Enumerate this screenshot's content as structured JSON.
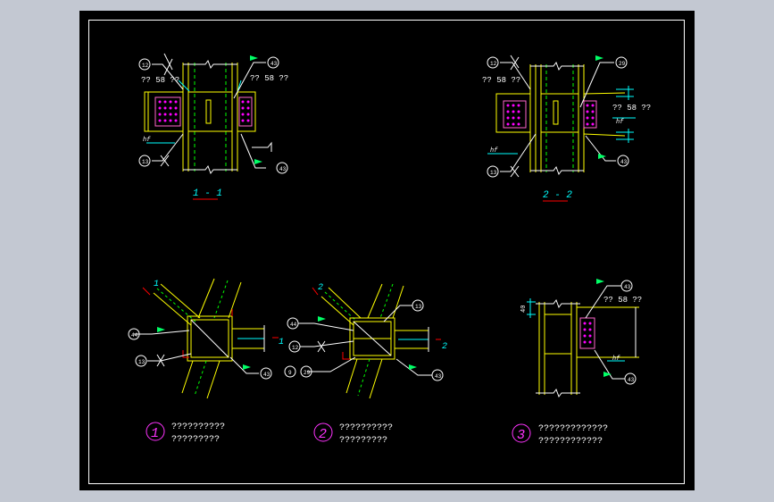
{
  "colors": {
    "background": "#000000",
    "steel": "#ffff00",
    "weld": "#00ff00",
    "dim": "#00ffff",
    "bolt": "#ff00ff",
    "section_mark": "#ff0000",
    "flag": "#00ff66",
    "text": "#ffffff",
    "detail_number": "#ff33ff"
  },
  "sections": {
    "s11": {
      "label": "1 - 1"
    },
    "s22": {
      "label": "2 - 2"
    }
  },
  "annotations": {
    "weld_58": "?? 58 ??",
    "h_f": "hf",
    "tag_12": "12",
    "tag_13": "13",
    "tag_43": "43",
    "tag_44": "44",
    "tag_29": "29",
    "tag_9": "9",
    "cut_1": "1",
    "cut_2": "2",
    "dim_40": "40"
  },
  "details": [
    {
      "number": "1",
      "line1": "??????????",
      "line2": "?????????"
    },
    {
      "number": "2",
      "line1": "??????????",
      "line2": "?????????"
    },
    {
      "number": "3",
      "line1": "?????????????",
      "line2": "????????????"
    }
  ]
}
